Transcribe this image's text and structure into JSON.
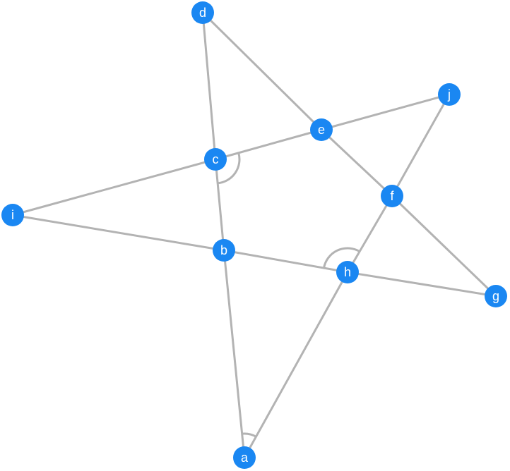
{
  "diagram": {
    "colors": {
      "edge": "#b3b3b3",
      "node": "#1a87f2",
      "label": "#ffffff",
      "angle_mark": "#b3b3b3"
    },
    "nodes": [
      {
        "id": "a",
        "label": "a"
      },
      {
        "id": "b",
        "label": "b"
      },
      {
        "id": "c",
        "label": "c"
      },
      {
        "id": "d",
        "label": "d"
      },
      {
        "id": "e",
        "label": "e"
      },
      {
        "id": "f",
        "label": "f"
      },
      {
        "id": "g",
        "label": "g"
      },
      {
        "id": "h",
        "label": "h"
      },
      {
        "id": "i",
        "label": "i"
      },
      {
        "id": "j",
        "label": "j"
      }
    ],
    "edges": [
      [
        "a",
        "b"
      ],
      [
        "b",
        "c"
      ],
      [
        "c",
        "d"
      ],
      [
        "d",
        "e"
      ],
      [
        "e",
        "f"
      ],
      [
        "f",
        "g"
      ],
      [
        "a",
        "h"
      ],
      [
        "h",
        "f"
      ],
      [
        "f",
        "j"
      ],
      [
        "i",
        "c"
      ],
      [
        "c",
        "e"
      ],
      [
        "e",
        "j"
      ],
      [
        "i",
        "b"
      ],
      [
        "b",
        "h"
      ],
      [
        "h",
        "g"
      ]
    ],
    "angle_marks": [
      {
        "vertex": "a",
        "from": "b",
        "to": "h"
      },
      {
        "vertex": "c",
        "from": "e",
        "to": "b"
      },
      {
        "vertex": "h",
        "from": "b",
        "to": "f"
      }
    ]
  }
}
